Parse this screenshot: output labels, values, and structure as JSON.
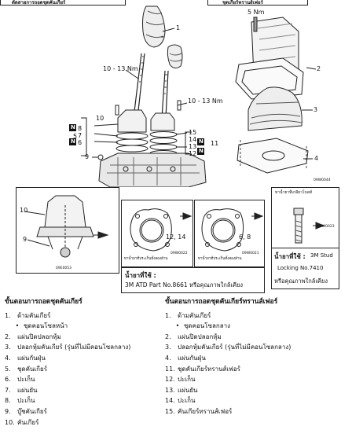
{
  "header": {
    "left_banner": "ตัดสายการถอดชุดคันเกียร์",
    "right_banner": "ชุดเกียร์ทรานส์เฟอร์"
  },
  "diagram_main": {
    "torque_5nm": "5 Nm",
    "torque_left": "10 - 13 Nm",
    "torque_right": "10 - 13 Nm",
    "callouts": [
      "1",
      "2",
      "3",
      "4",
      "5",
      "6",
      "7",
      "8",
      "9",
      "10",
      "11",
      "12",
      "13",
      "14",
      "15"
    ],
    "marker_n": "N",
    "ref_code": "09W0044"
  },
  "detail_panels": {
    "panel1_code": "09E0053",
    "panel2_label": "12, 14",
    "panel2_caption": "ทาน้ำยาที่ประเก็นทั้งสองด้าน",
    "panel2_code": "09W0022",
    "panel3_label": "6, 8",
    "panel3_caption": "ทาน้ำยาที่ประเก็นทั้งสองด้าน",
    "panel3_code": "09W0021",
    "panel4_caption": "ทาน้ำยาที่เกลียวโบลท์",
    "panel4_code": "09W0023",
    "sealant_left_label": "น้ำยาที่ใช้ :",
    "sealant_left_text": "3M ATD Part No.8661 หรือคุณภาพใกล้เคียง",
    "sealant_right_label": "น้ำยาที่ใช้ :",
    "sealant_right_line1": "3M Stud",
    "sealant_right_line2": "Locking  No.7410",
    "sealant_right_line3": "หรือคุณภาพใกล้เคียง"
  },
  "steps_left": {
    "heading": "ขั้นตอนการถอดชุดคันเกียร์",
    "items": [
      {
        "num": "1.",
        "text": "ด้ามคันเกียร์"
      },
      {
        "num": "•",
        "text": "ชุดคอนโซลหน้า"
      },
      {
        "num": "2.",
        "text": "แผ่นปิดปลอกหุ้ม"
      },
      {
        "num": "3.",
        "text": "ปลอกหุ้มคันเกียร์ (รุ่นที่ไม่มีคอนโซลกลาง)"
      },
      {
        "num": "4.",
        "text": "แผ่นกันฝุ่น"
      },
      {
        "num": "5.",
        "text": "ชุดคันเกียร์"
      },
      {
        "num": "6.",
        "text": "ปะเก็น"
      },
      {
        "num": "7.",
        "text": "แผ่นยัน"
      },
      {
        "num": "8.",
        "text": "ปะเก็น"
      },
      {
        "num": "9.",
        "text": "บู๊ชคันเกียร์"
      },
      {
        "num": "10.",
        "text": "คันเกียร์"
      }
    ]
  },
  "steps_right": {
    "heading": "ขั้นตอนการถอดชุดคันเกียร์ทรานส์เฟอร์",
    "items": [
      {
        "num": "1.",
        "text": "ด้ามคันเกียร์"
      },
      {
        "num": "•",
        "text": "ชุดคอนโซลกลาง"
      },
      {
        "num": "2.",
        "text": "แผ่นปิดปลอกหุ้ม"
      },
      {
        "num": "3.",
        "text": "ปลอกหุ้มคันเกียร์ (รุ่นที่ไม่มีคอนโซลกลาง)"
      },
      {
        "num": "4.",
        "text": "แผ่นกันฝุ่น"
      },
      {
        "num": "11.",
        "text": "ชุดคันเกียร์ทรานส์เฟอร์"
      },
      {
        "num": "12.",
        "text": "ปะเก็น"
      },
      {
        "num": "13.",
        "text": "แผ่นยัน"
      },
      {
        "num": "14.",
        "text": "ปะเก็น"
      },
      {
        "num": "15.",
        "text": "คันเกียร์ทรานส์เฟอร์"
      }
    ]
  }
}
